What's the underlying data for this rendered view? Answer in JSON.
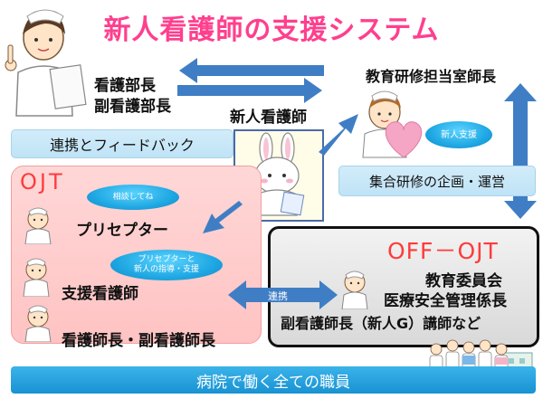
{
  "title": "新人看護師の支援システム",
  "top_left": {
    "line1": "看護部長",
    "line2": "副看護部長"
  },
  "top_right": "教育研修担当室師長",
  "center": "新人看護師",
  "feedback_bar": "連携とフィードバック",
  "kensyu_bar": "集合研修の企画・運営",
  "shinjin_bubble": "新人支援",
  "ojt": {
    "title": "OJT",
    "bubble1": "相談してね",
    "bubble2_line1": "プリセプターと",
    "bubble2_line2": "新人の指導・支援",
    "roles": [
      "プリセプター",
      "支援看護師",
      "看護師長・副看護師長"
    ]
  },
  "off_ojt": {
    "title": "OFF－OJT",
    "roles": [
      "教育委員会",
      "医療安全管理係長",
      "副看護師長（新人G）講師など"
    ]
  },
  "renkei": "連携",
  "bottom_bar": "病院で働く全ての職員",
  "colors": {
    "title": "#ff3f8e",
    "ojt_title": "#ff3b3b",
    "arrow": "#3f7ec4",
    "bottom_bar": "#1fa0de"
  }
}
